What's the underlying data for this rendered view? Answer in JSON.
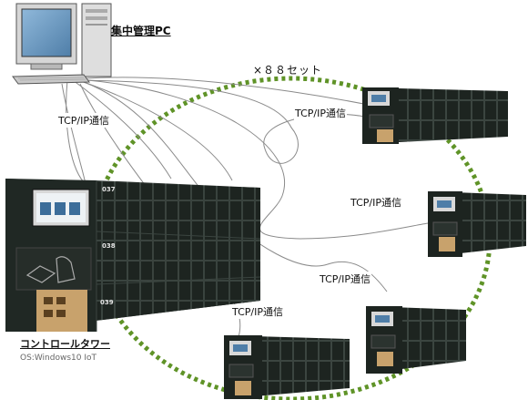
{
  "labels": {
    "pc": "集中管理PC",
    "count": "×８８セット",
    "tower": "コントロールタワー",
    "os": "OS:Windows10 IoT",
    "connection": "TCP/IP通信"
  },
  "locker_numbers": [
    "037",
    "038",
    "039"
  ],
  "colors": {
    "ring": "#5f9327",
    "locker_body": "#1f2622",
    "locker_dark": "#101412",
    "pc_body": "#d8d8d8",
    "pc_screen": "#6f9fc8",
    "cable": "#8a8a8a"
  }
}
